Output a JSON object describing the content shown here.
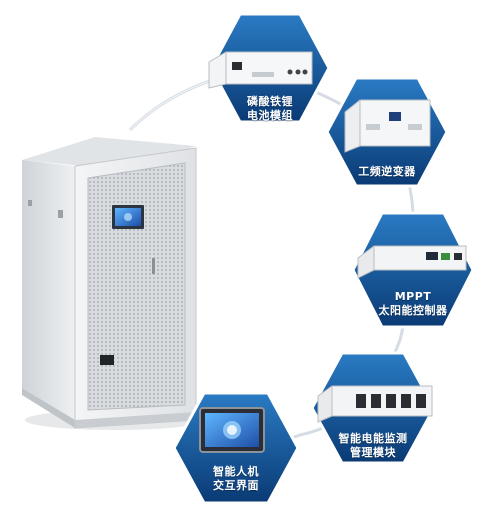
{
  "colors": {
    "hex_fill_top": "#1f6db5",
    "hex_fill_bottom": "#0a3d7a",
    "connector": "#d7dde4",
    "cabinet_body": "#e9ebed",
    "cabinet_shadow": "#c9cdd1"
  },
  "nodes": [
    {
      "id": "lfp-battery-module",
      "label": "磷酸铁锂\n电池模组",
      "icon": "rack-battery-module-image"
    },
    {
      "id": "power-frequency-inverter",
      "label": "工频逆变器",
      "icon": "inverter-unit-image"
    },
    {
      "id": "mppt-controller",
      "label": "MPPT\n太阳能控制器",
      "icon": "rack-controller-image"
    },
    {
      "id": "smart-monitoring-module",
      "label": "智能电能监测\n管理模块",
      "icon": "monitoring-module-image"
    },
    {
      "id": "hmi-interface",
      "label": "智能人机\n交互界面",
      "icon": "touchscreen-display-image"
    }
  ]
}
